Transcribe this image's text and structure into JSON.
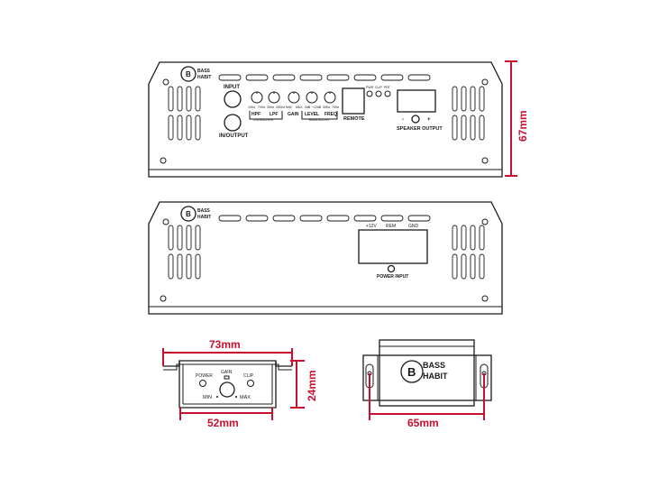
{
  "brand": {
    "line1": "BASS",
    "line2": "HABIT"
  },
  "amp_front": {
    "input_label": "INPUT",
    "inoutput_label": "IN/OUTPUT",
    "hpf_label": "HPF",
    "lpf_label": "LPF",
    "crossover_label": "CROSSOVER",
    "gain_label": "GAIN",
    "level_label": "LEVEL",
    "freq_label": "FREQ",
    "bass_boost_label": "BASS BOOST",
    "remote_label": "REMOTE",
    "leds": [
      "PWR",
      "CLIP",
      "PRT"
    ],
    "speaker_output_label": "SPEAKER OUTPUT",
    "minus": "-",
    "plus": "+",
    "knob_ranges": [
      "10Hz",
      "70Hz",
      "30Hz",
      "250Hz",
      "MIN",
      "MAX",
      "0dB",
      "+12dB",
      "30Hz",
      "70Hz"
    ]
  },
  "amp_rear": {
    "terminals": [
      "+12V",
      "REM",
      "GND"
    ],
    "power_input_label": "POWER INPUT"
  },
  "remote": {
    "power_label": "POWER",
    "gain_label": "GAIN",
    "clip_label": "CLIP",
    "min_label": "MIN",
    "max_label": "MAX"
  },
  "dimensions": {
    "height": "67mm",
    "remote_width_outer": "73mm",
    "remote_width_inner": "52mm",
    "remote_height": "24mm",
    "housing_width": "65mm"
  },
  "colors": {
    "dimension": "#c8102e",
    "line": "#1a1a1a"
  }
}
